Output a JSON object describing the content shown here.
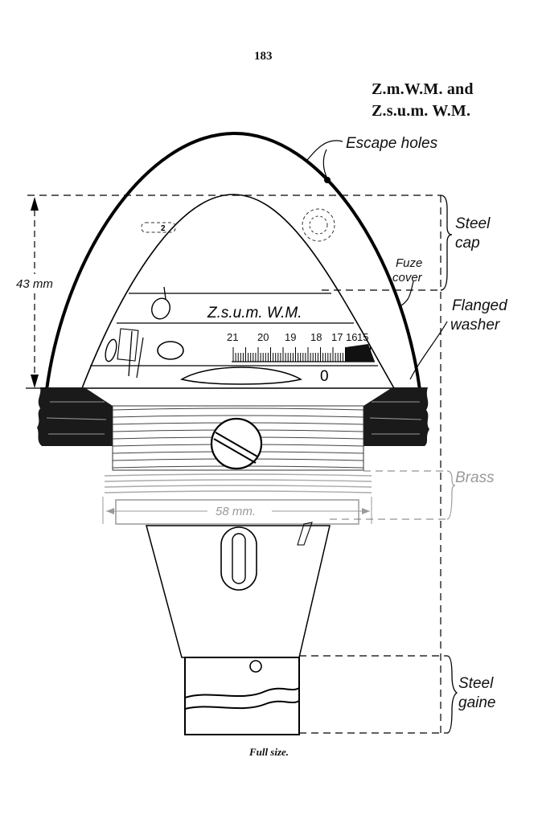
{
  "page_number": "183",
  "title_line1": "Z.m.W.M. and",
  "title_line2": "Z.s.u.m. W.M.",
  "labels": {
    "escape_holes": "Escape holes",
    "steel_cap_1": "Steel",
    "steel_cap_2": "cap",
    "fuze_cover_1": "Fuze",
    "fuze_cover_2": "cover",
    "flanged_washer_1": "Flanged",
    "flanged_washer_2": "washer",
    "brass": "Brass",
    "steel_gaine_1": "Steel",
    "steel_gaine_2": "gaine",
    "dim_43": "43 mm",
    "dim_58": "58 mm.",
    "fuze_marking": "Z.s.u.m. W.M.",
    "setting_mark": "0",
    "side_mark": "2"
  },
  "scale_numbers": [
    "21",
    "20",
    "19",
    "18",
    "17",
    "16",
    "15"
  ],
  "caption": "Full size."
}
